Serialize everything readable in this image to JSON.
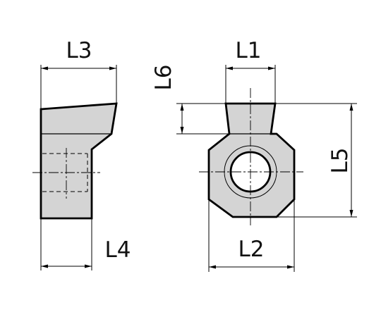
{
  "dimensions": {
    "L1": "L1",
    "L2": "L2",
    "L3": "L3",
    "L4": "L4",
    "L5": "L5",
    "L6": "L6"
  }
}
